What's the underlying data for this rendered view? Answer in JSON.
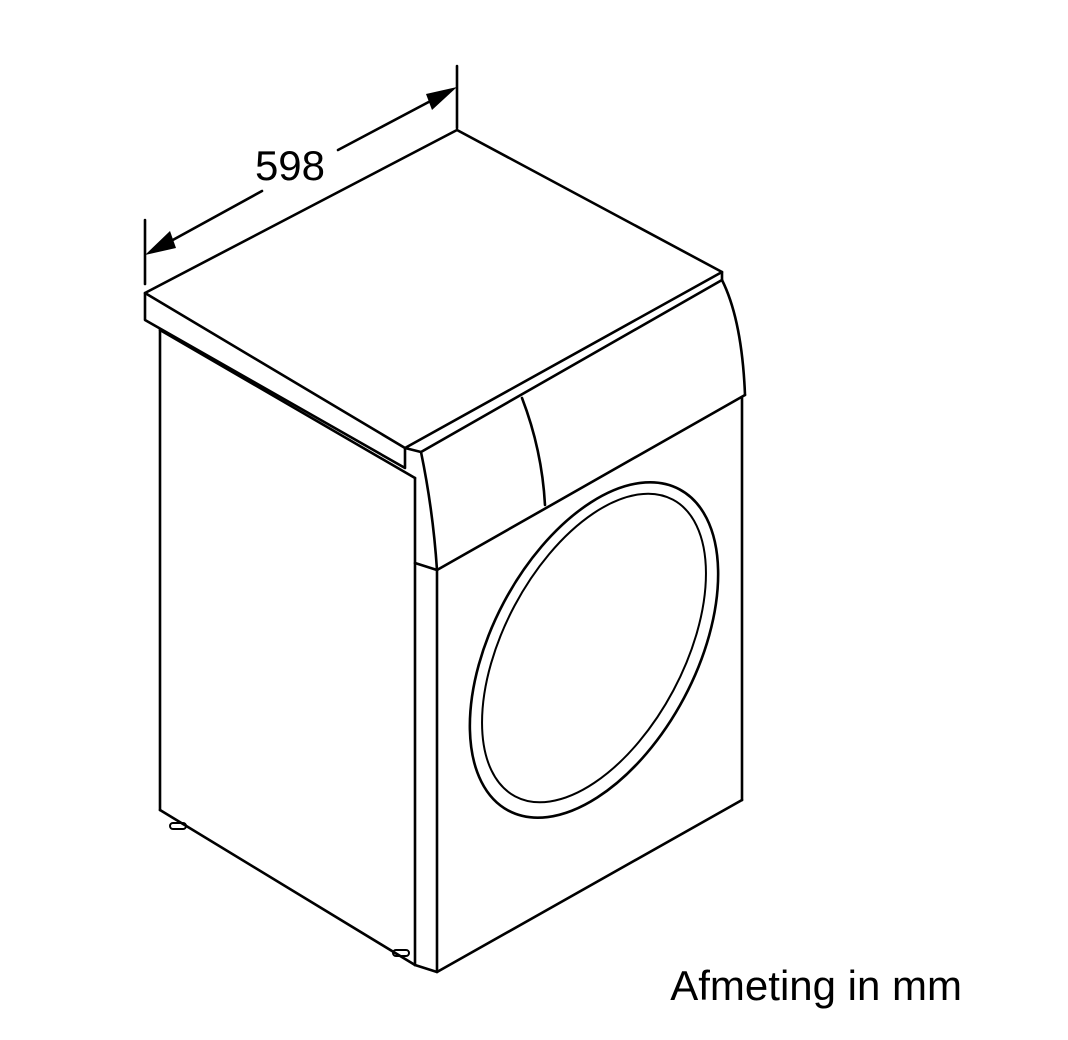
{
  "diagram": {
    "width_dimension": "598",
    "unit_note": "Afmeting in mm",
    "subject": "washing-machine-outline",
    "line_color": "#000000",
    "background": "#ffffff"
  }
}
